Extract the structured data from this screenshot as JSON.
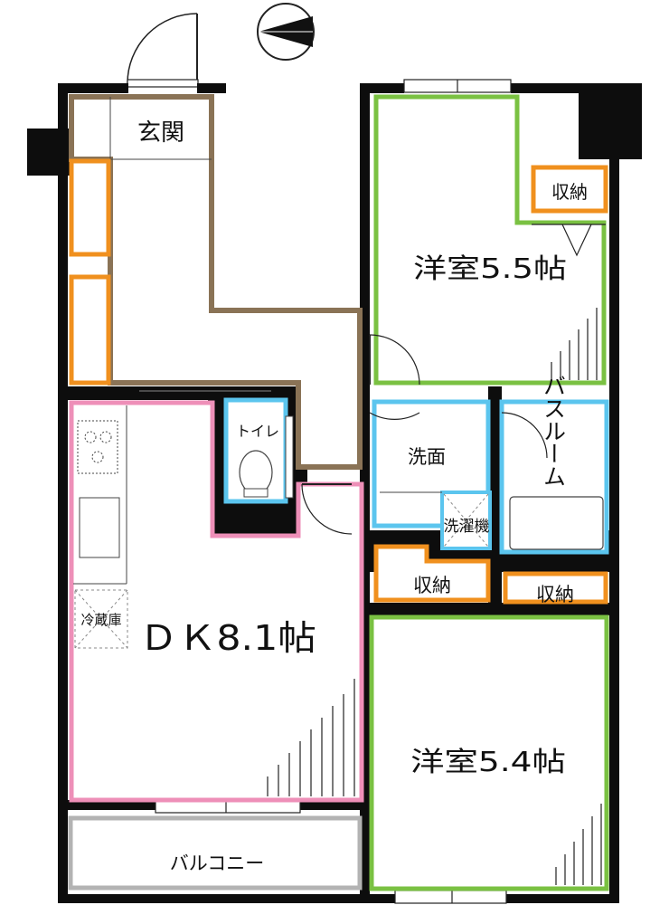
{
  "rooms": {
    "entrance": "玄関",
    "western_room_top": "洋室5.5帖",
    "western_room_bottom": "洋室5.4帖",
    "dk": "ＤＫ8.1帖",
    "toilet": "トイレ",
    "washroom": "洗面",
    "bathroom": "バスルーム",
    "balcony": "バルコニー"
  },
  "fixtures": {
    "storage_top": "収納",
    "storage_mid_left": "収納",
    "storage_mid_right": "収納",
    "washing_machine": "洗濯機",
    "refrigerator": "冷蔵庫"
  },
  "colors": {
    "wall": "#0d0d0d",
    "entrance_border": "#8a7356",
    "western_room_border": "#7ac142",
    "storage_border": "#f0901e",
    "wet_area_border": "#5bc5ee",
    "dk_border": "#ee8fb8",
    "balcony_border": "#b3b3b3"
  }
}
